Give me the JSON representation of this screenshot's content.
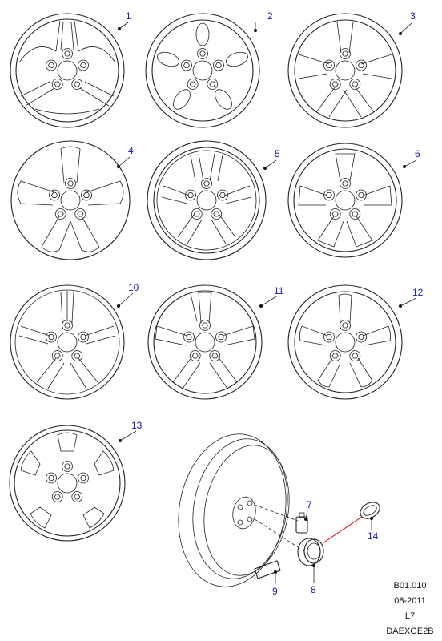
{
  "callouts": {
    "c1": "1",
    "c2": "2",
    "c3": "3",
    "c4": "4",
    "c5": "5",
    "c6": "6",
    "c7": "7",
    "c8": "8",
    "c9": "9",
    "c10": "10",
    "c11": "11",
    "c12": "12",
    "c13": "13",
    "c14": "14"
  },
  "reference": {
    "code": "B01.010",
    "date": "08-2011",
    "model": "L7",
    "image_id": "DAEXGE2B"
  },
  "colors": {
    "callout_text": "#1a1ab4",
    "line": "#222222",
    "leader_red": "#dd0000"
  }
}
